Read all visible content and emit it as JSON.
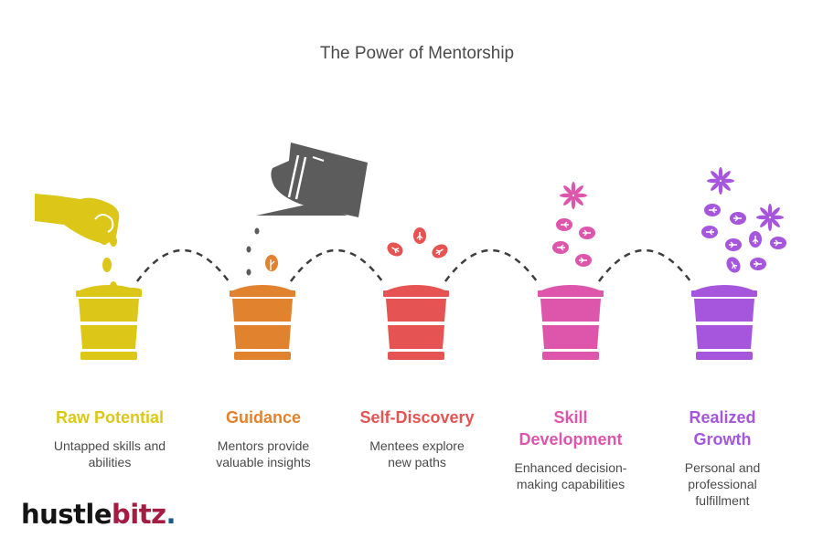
{
  "title": "The Power of Mentorship",
  "colors": {
    "raw_potential": "#dcc718",
    "guidance": "#e0822e",
    "self_discovery": "#e55452",
    "skill_development": "#dd56ac",
    "realized_growth": "#a656dd",
    "watering_can": "#5c5c5c",
    "connector": "#3d3d3d"
  },
  "steps": [
    {
      "label": "Raw Potential",
      "description": "Untapped skills and abilities",
      "color": "#dcc718",
      "icon": "hand-dropping-seeds-icon"
    },
    {
      "label": "Guidance",
      "description": "Mentors provide valuable insights",
      "color": "#e0822e",
      "icon": "watering-can-icon"
    },
    {
      "label": "Self-Discovery",
      "description": "Mentees explore new paths",
      "color": "#e55452",
      "icon": "sprouting-leaves-icon"
    },
    {
      "label": "Skill Development",
      "description": "Enhanced decision-making capabilities",
      "color": "#dd56ac",
      "icon": "leaves-and-flower-icon"
    },
    {
      "label": "Realized Growth",
      "description": "Personal and professional fulfillment",
      "color": "#a656dd",
      "icon": "full-bloom-icon"
    }
  ],
  "logo": {
    "part1": "hustle",
    "part2": "bitz",
    "dot": "."
  }
}
